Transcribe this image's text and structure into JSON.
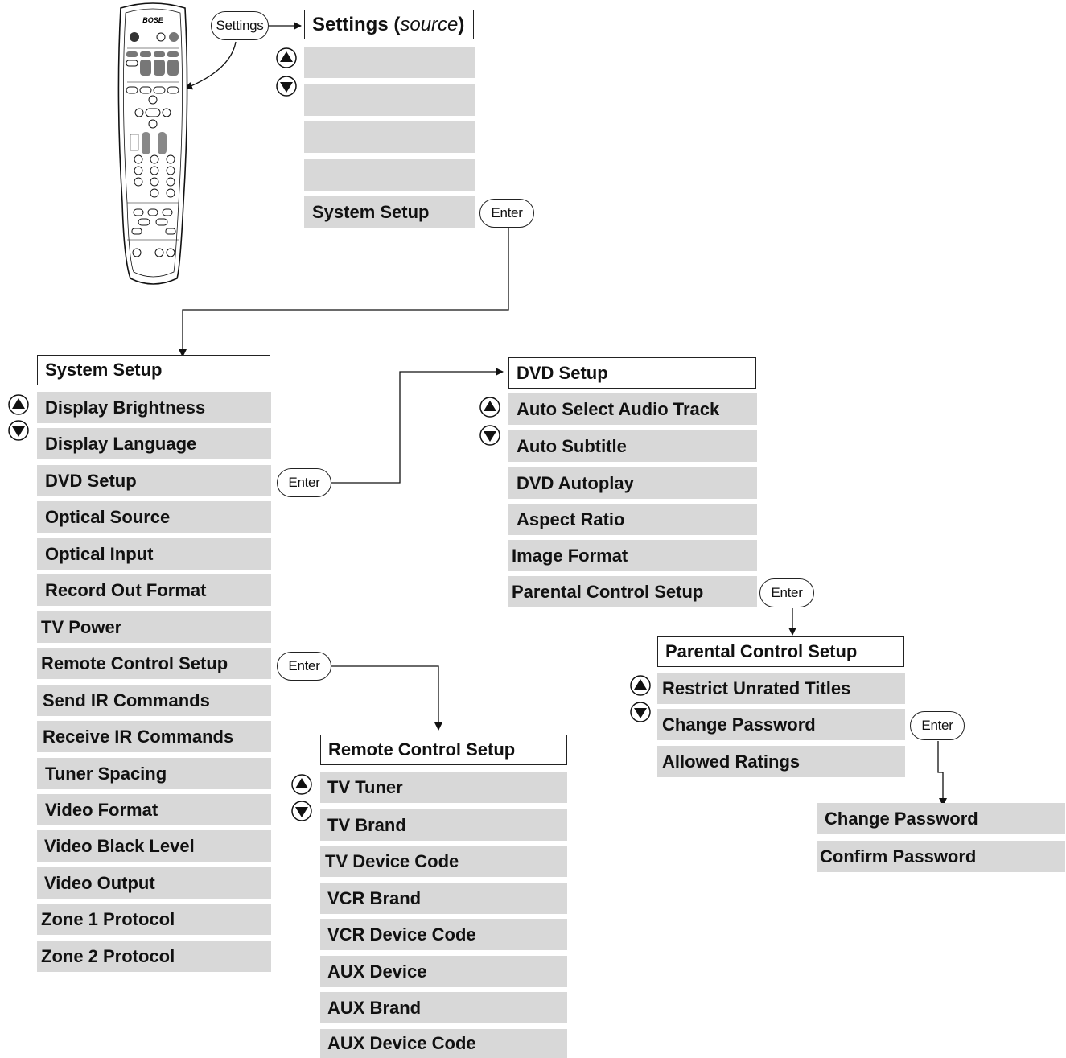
{
  "remote": {
    "brand": "BOSE"
  },
  "settings_button": "Settings",
  "enter_label": "Enter",
  "settings_menu": {
    "title_prefix": "Settings (",
    "title_italic": "source",
    "title_suffix": ")",
    "items": [
      "",
      "",
      "",
      "",
      "System Setup"
    ]
  },
  "system_setup": {
    "title": "System Setup",
    "items": [
      "Display Brightness",
      "Display Language",
      "DVD Setup",
      "Optical Source",
      "Optical Input",
      "Record Out Format",
      "TV Power",
      "Remote Control Setup",
      "Send IR Commands",
      "Receive IR Commands",
      "Tuner Spacing",
      "Video Format",
      "Video Black Level",
      "Video Output",
      "Zone 1 Protocol",
      "Zone 2 Protocol"
    ]
  },
  "dvd_setup": {
    "title": "DVD Setup",
    "items": [
      "Auto Select Audio Track",
      "Auto Subtitle",
      "DVD Autoplay",
      "Aspect Ratio",
      "Image Format",
      "Parental Control Setup"
    ]
  },
  "parental_setup": {
    "title": "Parental Control Setup",
    "items": [
      "Restrict Unrated Titles",
      "Change Password",
      "Allowed Ratings"
    ]
  },
  "password_menu": {
    "items": [
      "Change Password",
      "Confirm Password"
    ]
  },
  "remote_setup": {
    "title": "Remote Control Setup",
    "items": [
      "TV Tuner",
      "TV Brand",
      "TV Device Code",
      "VCR Brand",
      "VCR Device Code",
      "AUX Device",
      "AUX Brand",
      "AUX Device Code"
    ]
  }
}
